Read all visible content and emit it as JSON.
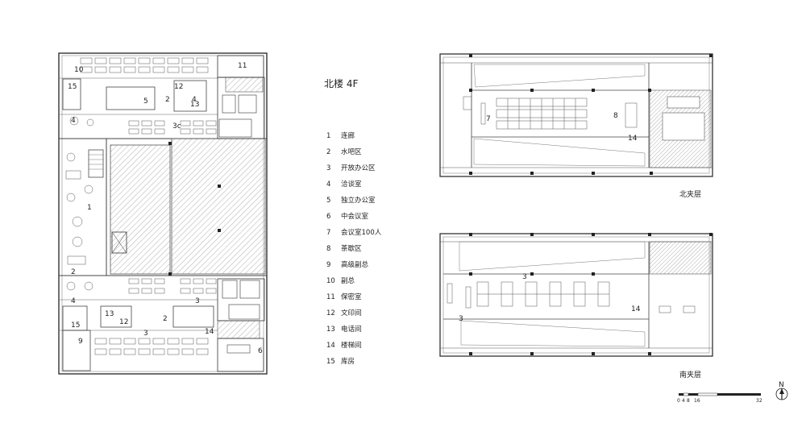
{
  "plan": {
    "title": "北楼 4F",
    "room_numbers": {
      "n1": "1",
      "n2a": "2",
      "n2b": "2",
      "n2c": "2",
      "n3a": "3",
      "n3b": "3",
      "n3c": "3c",
      "n4a": "4",
      "n4b": "4",
      "n4c": "4",
      "n5": "5",
      "n6": "6",
      "n9": "9",
      "n10": "10",
      "n11": "11",
      "n12a": "12",
      "n12b": "12",
      "n13a": "13",
      "n13b": "13",
      "n14": "14",
      "n15a": "15",
      "n15b": "15"
    }
  },
  "legend": [
    {
      "num": "1",
      "label": "连廊"
    },
    {
      "num": "2",
      "label": "水吧区"
    },
    {
      "num": "3",
      "label": "开放办公区"
    },
    {
      "num": "4",
      "label": "洽谈室"
    },
    {
      "num": "5",
      "label": "独立办公室"
    },
    {
      "num": "6",
      "label": "中会议室"
    },
    {
      "num": "7",
      "label": "会议室100人"
    },
    {
      "num": "8",
      "label": "茶歇区"
    },
    {
      "num": "9",
      "label": "高级副总"
    },
    {
      "num": "10",
      "label": "副总"
    },
    {
      "num": "11",
      "label": "保密室"
    },
    {
      "num": "12",
      "label": "文印间"
    },
    {
      "num": "13",
      "label": "电话间"
    },
    {
      "num": "14",
      "label": "楼梯间"
    },
    {
      "num": "15",
      "label": "库房"
    }
  ],
  "north_mezz": {
    "caption": "北夹层",
    "labels": {
      "n7": "7",
      "n8": "8",
      "n14": "14"
    }
  },
  "south_mezz": {
    "caption": "南夹层",
    "labels": {
      "n3a": "3",
      "n3b": "3",
      "n14": "14"
    }
  },
  "scale_bar": {
    "ticks": [
      "0",
      "4",
      "8",
      "16",
      "32"
    ]
  },
  "north_arrow": {
    "letter": "N"
  }
}
